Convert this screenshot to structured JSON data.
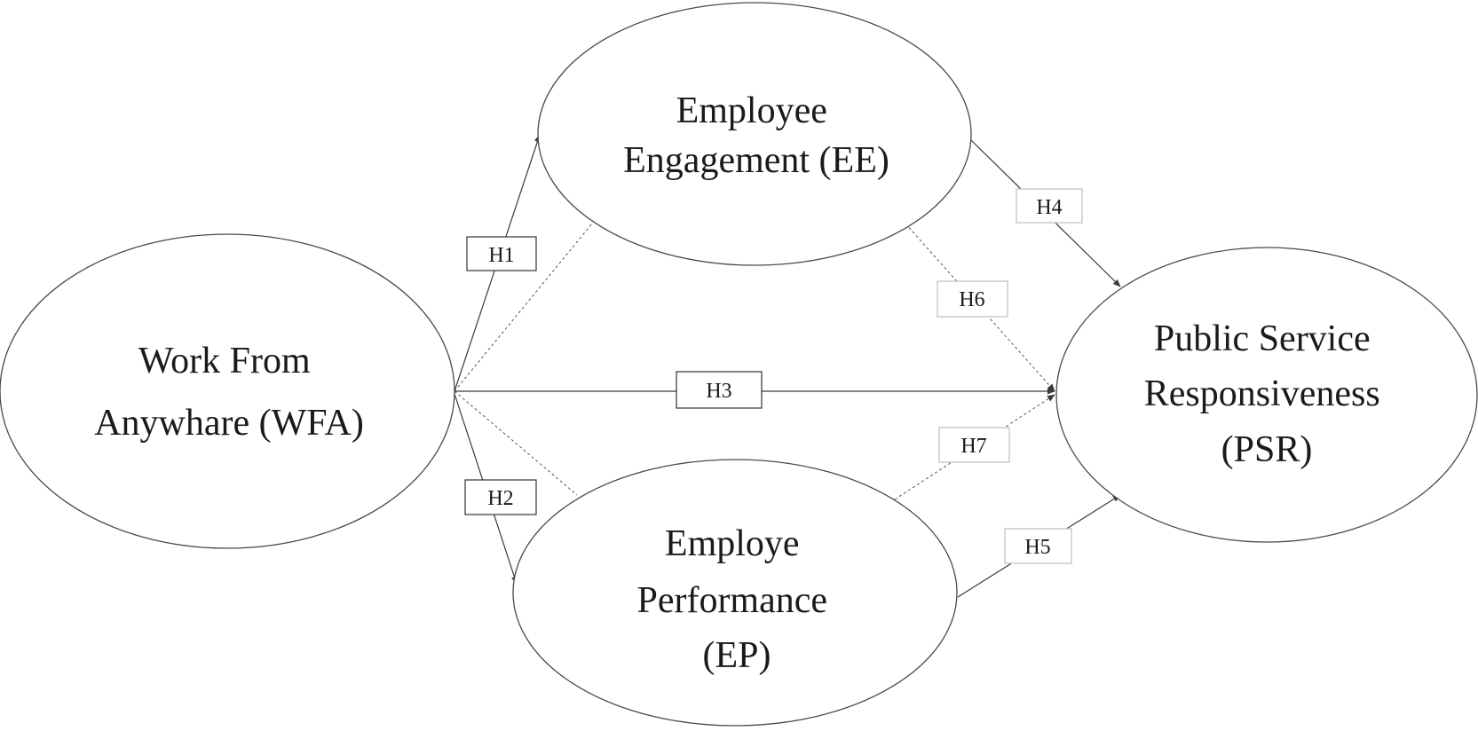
{
  "nodes": {
    "wfa": {
      "lines": [
        "Work From",
        "Anywhare (WFA)"
      ]
    },
    "ee": {
      "lines": [
        "Employee",
        "Engagement (EE)"
      ]
    },
    "ep": {
      "lines": [
        "Employe",
        "Performance",
        "(EP)"
      ]
    },
    "psr": {
      "lines": [
        "Public Service",
        "Responsiveness",
        "(PSR)"
      ]
    }
  },
  "hypotheses": {
    "h1": "H1",
    "h2": "H2",
    "h3": "H3",
    "h4": "H4",
    "h5": "H5",
    "h6": "H6",
    "h7": "H7"
  }
}
